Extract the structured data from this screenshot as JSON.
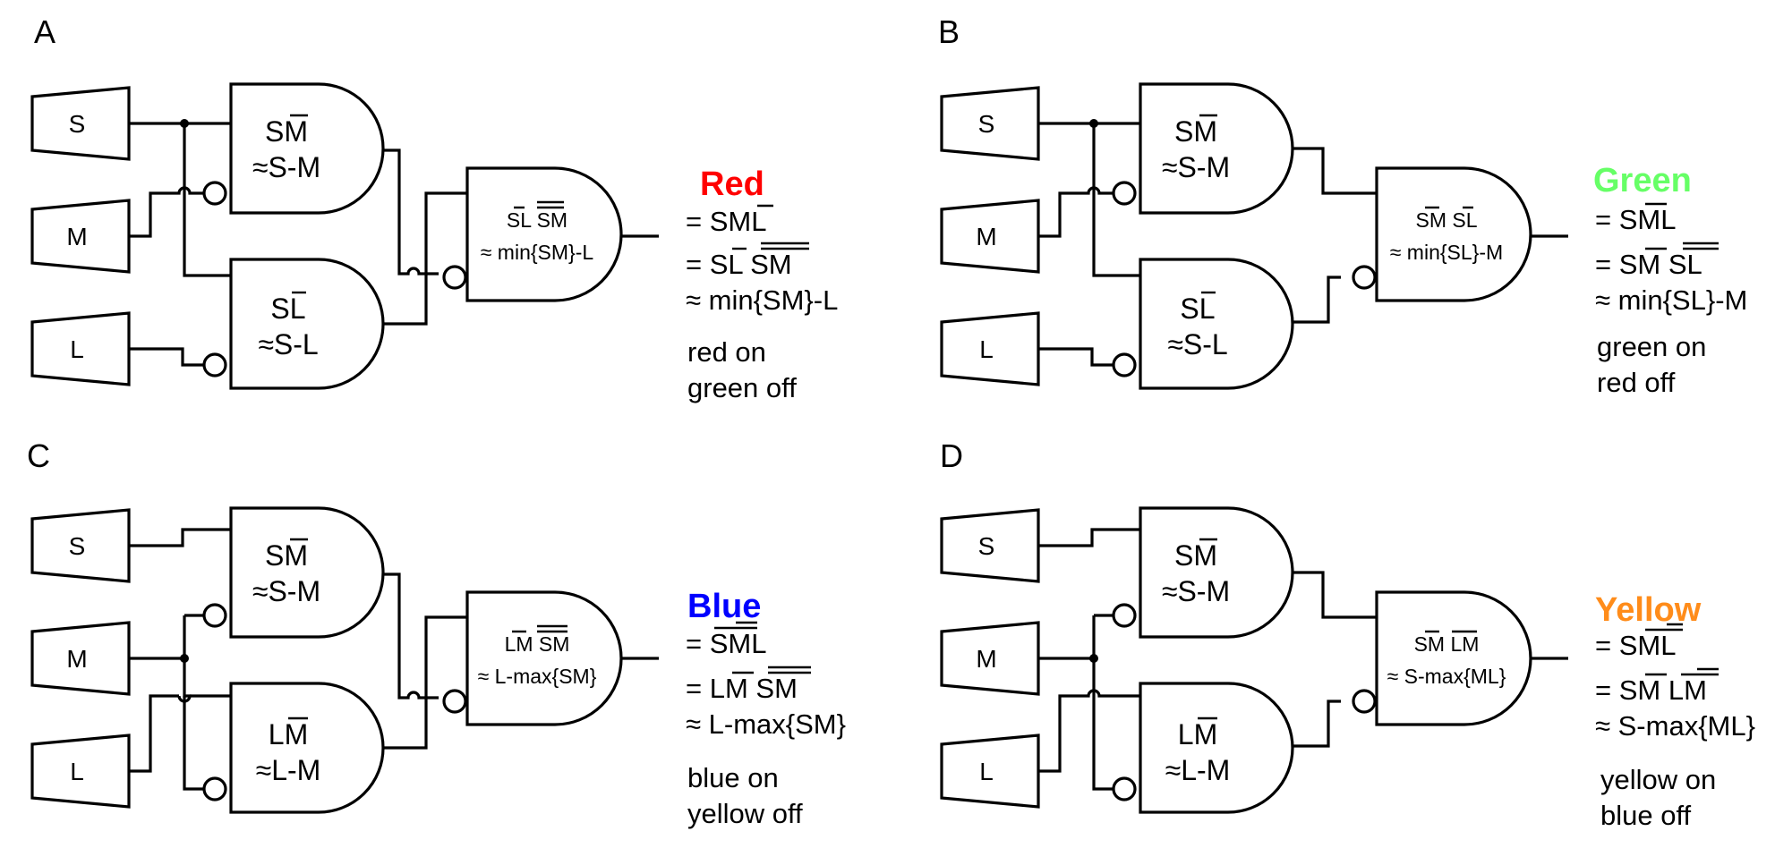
{
  "panels": [
    {
      "label": "A",
      "cones": [
        "S",
        "M",
        "L"
      ],
      "gate1": {
        "top": "SM",
        "approx": "≈S-M"
      },
      "gate2": {
        "top": "SL",
        "approx": "≈S-L"
      },
      "out_gate": {
        "top": "SL SM",
        "approx": "≈ min{SM}-L"
      },
      "color_name": "Red",
      "color": "#ff0000",
      "eq1": "= SML",
      "eq2": "= SL SM",
      "eq3": "≈ min{SM}-L",
      "note1": "red on",
      "note2": "green off"
    },
    {
      "label": "B",
      "cones": [
        "S",
        "M",
        "L"
      ],
      "gate1": {
        "top": "SM",
        "approx": "≈S-M"
      },
      "gate2": {
        "top": "SL",
        "approx": "≈S-L"
      },
      "out_gate": {
        "top": "SM SL",
        "approx": "≈ min{SL}-M"
      },
      "color_name": "Green",
      "color": "#66ff66",
      "eq1": "= SML",
      "eq2": "= SM SL",
      "eq3": "≈ min{SL}-M",
      "note1": "green on",
      "note2": "red off"
    },
    {
      "label": "C",
      "cones": [
        "S",
        "M",
        "L"
      ],
      "gate1": {
        "top": "SM",
        "approx": "≈S-M"
      },
      "gate2": {
        "top": "LM",
        "approx": "≈L-M"
      },
      "out_gate": {
        "top": "LM SM",
        "approx": "≈ L-max{SM}"
      },
      "color_name": "Blue",
      "color": "#0000ff",
      "eq1": "= SML",
      "eq2": "= LM SM",
      "eq3": "≈ L-max{SM}",
      "note1": "blue on",
      "note2": "yellow off"
    },
    {
      "label": "D",
      "cones": [
        "S",
        "M",
        "L"
      ],
      "gate1": {
        "top": "SM",
        "approx": "≈S-M"
      },
      "gate2": {
        "top": "LM",
        "approx": "≈L-M"
      },
      "out_gate": {
        "top": "SM LM",
        "approx": "≈ S-max{ML}"
      },
      "color_name": "Yellow",
      "color": "#ff8c1a",
      "eq1": "= SML",
      "eq2": "= SM LM",
      "eq3": "≈ S-max{ML}",
      "note1": "yellow on",
      "note2": "blue off"
    }
  ]
}
